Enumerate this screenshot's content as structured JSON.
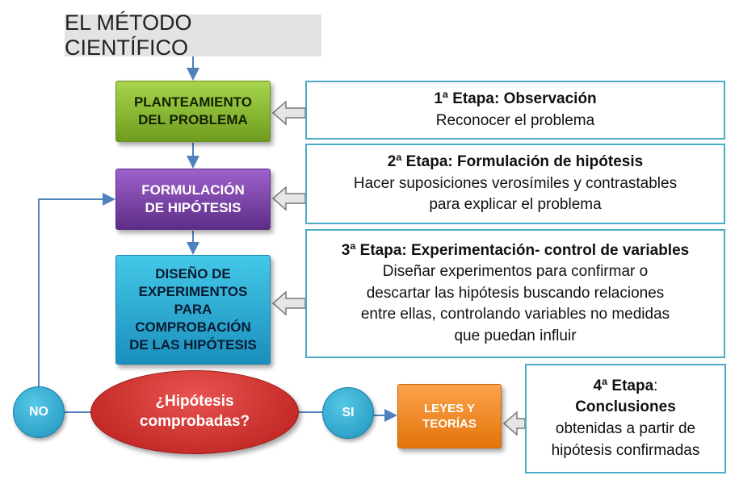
{
  "title": "EL MÉTODO CIENTÍFICO",
  "steps": {
    "planteamiento": [
      "PLANTEAMIENTO",
      "DEL PROBLEMA"
    ],
    "formulacion": [
      "FORMULACIÓN",
      "DE HIPÓTESIS"
    ],
    "diseno": [
      "DISEÑO DE",
      "EXPERIMENTOS",
      "PARA",
      "COMPROBACIÓN",
      "DE LAS HIPÓTESIS"
    ],
    "leyes": [
      "LEYES Y",
      "TEORÍAS"
    ]
  },
  "decision": [
    "¿Hipótesis",
    "comprobadas?"
  ],
  "yes_label": "SI",
  "no_label": "NO",
  "stages": {
    "s1": {
      "number": "1ª Etapa",
      "name": "Observación",
      "lines": [
        "Reconocer el problema"
      ]
    },
    "s2": {
      "number": "2ª Etapa",
      "name": "Formulación de hipótesis",
      "lines": [
        "Hacer suposiciones verosímiles y contrastables",
        "para explicar el problema"
      ]
    },
    "s3": {
      "heading": "3ª Etapa: Experimentación- control de variables",
      "lines": [
        "Diseñar experimentos para confirmar o",
        "descartar las hipótesis buscando relaciones",
        "entre ellas, controlando variables no medidas",
        "que puedan influir"
      ]
    },
    "s4": {
      "number": "4ª Etapa",
      "name": "Conclusiones",
      "lines": [
        "obtenidas a partir de",
        "hipótesis confirmadas"
      ]
    }
  },
  "colors": {
    "planteamiento": "#8cc63f",
    "formulacion": "#7b3fa8",
    "diseno": "#2fb3dc",
    "leyes": "#f28c1e",
    "decision": "#d12b28",
    "circles": "#35aed8",
    "stage_border": "#4bacc6",
    "arrow": "#4f81bd"
  }
}
